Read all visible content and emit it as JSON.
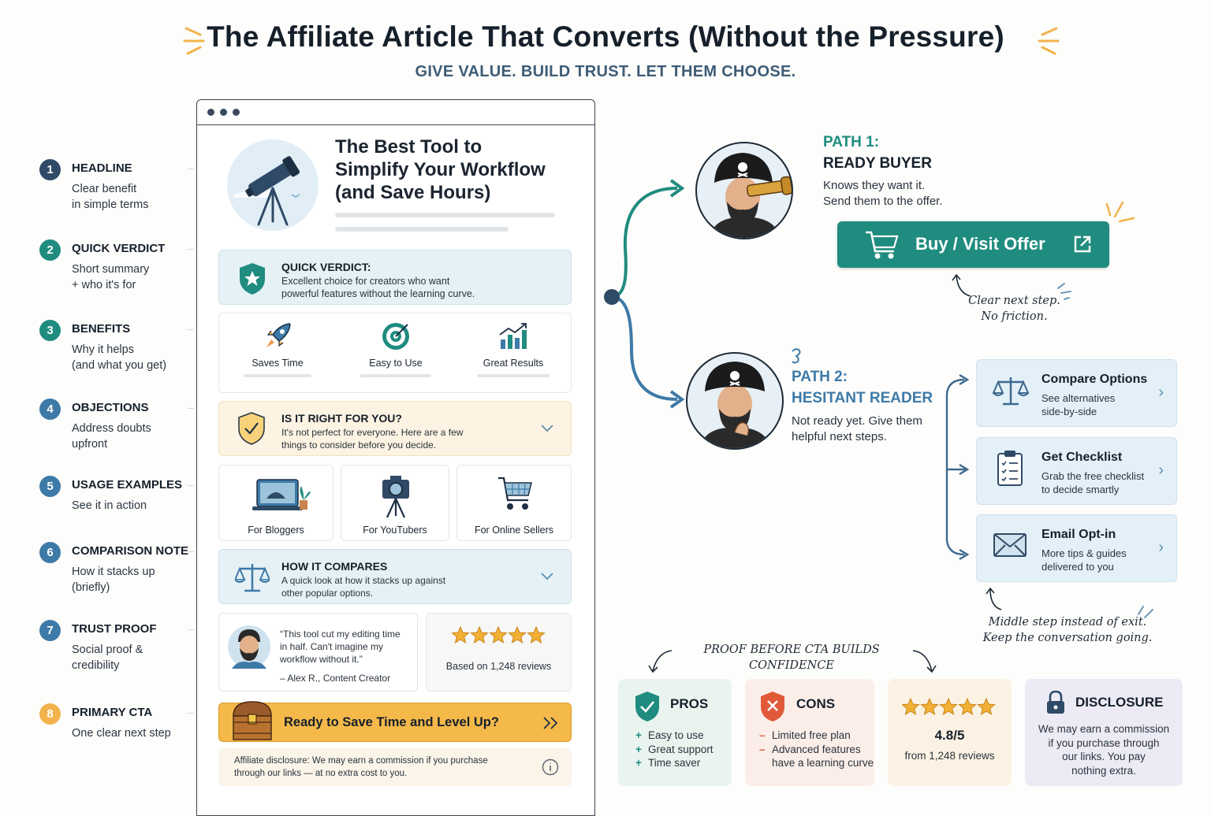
{
  "title": "The Affiliate Article That Converts (Without the Pressure)",
  "subtitle": "GIVE VALUE. BUILD TRUST. LET THEM CHOOSE.",
  "colors": {
    "teal": "#1f8c7f",
    "blue": "#3e7aa7",
    "orange": "#f2b34c",
    "navy": "#2f4a66"
  },
  "steps": [
    {
      "num": "1",
      "label": "HEADLINE",
      "desc": "Clear benefit\nin simple terms",
      "color": "#2f4a66"
    },
    {
      "num": "2",
      "label": "QUICK VERDICT",
      "desc": "Short summary\n+ who it's for",
      "color": "#1f8c7f"
    },
    {
      "num": "3",
      "label": "BENEFITS",
      "desc": "Why it helps\n(and what you get)",
      "color": "#1f8c7f"
    },
    {
      "num": "4",
      "label": "OBJECTIONS",
      "desc": "Address doubts\nupfront",
      "color": "#3e7aa7"
    },
    {
      "num": "5",
      "label": "USAGE EXAMPLES",
      "desc": "See it in action",
      "color": "#3e7aa7"
    },
    {
      "num": "6",
      "label": "COMPARISON NOTE",
      "desc": "How it stacks up\n(briefly)",
      "color": "#3e7aa7"
    },
    {
      "num": "7",
      "label": "TRUST PROOF",
      "desc": "Social proof &\ncredibility",
      "color": "#3e7aa7"
    },
    {
      "num": "8",
      "label": "PRIMARY CTA",
      "desc": "One clear next step",
      "color": "#f2b34c"
    }
  ],
  "article": {
    "title": "The Best Tool to\nSimplify Your Workflow\n(and Save Hours)",
    "verdict": {
      "title": "QUICK VERDICT:",
      "text": "Excellent choice for creators who want\npowerful features without the learning curve."
    },
    "benefits": [
      "Saves Time",
      "Easy to Use",
      "Great Results"
    ],
    "objection": {
      "title": "IS IT RIGHT FOR YOU?",
      "text": "It's not perfect for everyone. Here are a few\nthings to consider before you decide."
    },
    "usage": [
      "For Bloggers",
      "For YouTubers",
      "For Online Sellers"
    ],
    "compare": {
      "title": "HOW IT COMPARES",
      "text": "A quick look at how it stacks up against\nother popular options."
    },
    "testimonial": {
      "quote": "“This tool cut my editing time\nin half. Can't imagine my\nworkflow without it.”",
      "author": "– Alex R., Content Creator"
    },
    "rating": {
      "stars": 5,
      "text": "Based on 1,248 reviews"
    },
    "cta": "Ready to Save Time and Level Up?",
    "disclosure": "Affiliate disclosure: We may earn a commission if you purchase\nthrough our links — at no extra cost to you."
  },
  "path1": {
    "label": "PATH 1:",
    "title": "READY BUYER",
    "text": "Knows they want it.\nSend them to the offer.",
    "button": "Buy / Visit Offer",
    "note": "Clear next step.\nNo friction."
  },
  "path2": {
    "label": "PATH 2:",
    "title": "HESITANT READER",
    "text": "Not ready yet. Give them\nhelpful next steps.",
    "options": [
      {
        "title": "Compare Options",
        "text": "See alternatives\nside-by-side",
        "icon": "scale-icon"
      },
      {
        "title": "Get Checklist",
        "text": "Grab the free checklist\nto decide smartly",
        "icon": "checklist-icon"
      },
      {
        "title": "Email Opt-in",
        "text": "More tips & guides\ndelivered to you",
        "icon": "envelope-icon"
      }
    ],
    "note": "Middle step instead of exit.\nKeep the conversation going."
  },
  "proof_label": "PROOF BEFORE CTA BUILDS CONFIDENCE",
  "pros": {
    "title": "PROS",
    "items": [
      "Easy to use",
      "Great support",
      "Time saver"
    ]
  },
  "cons": {
    "title": "CONS",
    "items": [
      "Limited free plan",
      "Advanced features\nhave a learning curve"
    ]
  },
  "score": {
    "stars": 5,
    "value": "4.8/5",
    "text": "from 1,248 reviews"
  },
  "disclosure_box": {
    "title": "DISCLOSURE",
    "text": "We may earn a commission\nif you purchase through\nour links. You pay\nnothing extra."
  }
}
